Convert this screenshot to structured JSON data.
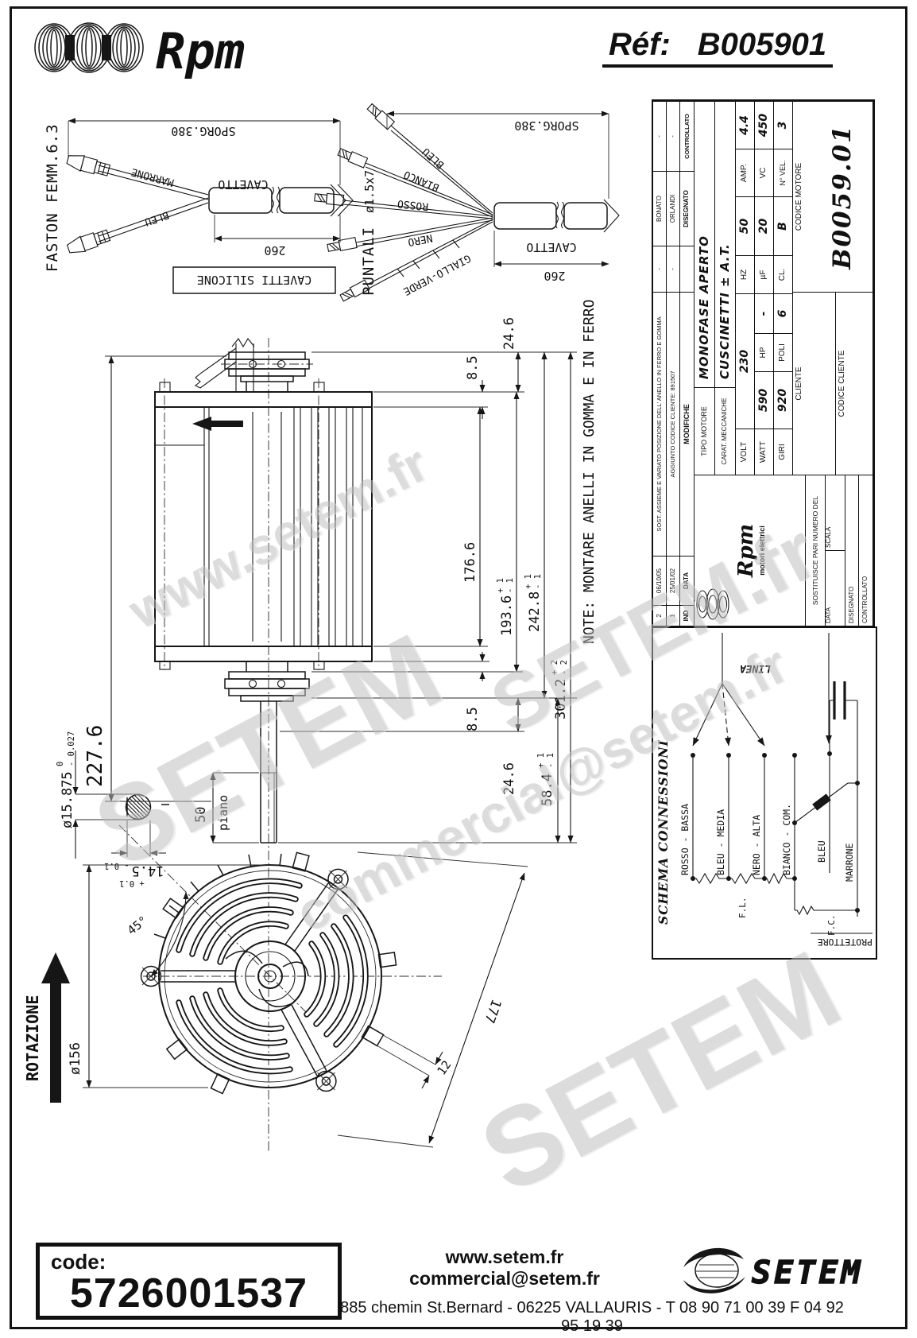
{
  "header": {
    "brand": "Rpm",
    "ref_label": "Réf:",
    "ref_value": "B005901"
  },
  "watermarks": {
    "w1": "www.setem.fr",
    "w2": "SETEM",
    "w3": "commercial@setem.fr",
    "w4": "SETEM",
    "w5": "SETEM.fr"
  },
  "faston": {
    "title": "FASTON FEMM.6.3",
    "sporg": "SPORG.380",
    "wire1": "MARRONE",
    "wire2": "BLEU",
    "cavetto": "CAVETTO",
    "len": "260",
    "box": "CAVETTI SILICONE"
  },
  "puntali": {
    "title": "PUNTALI",
    "size": "ø1.5x7",
    "sporg": "SPORG.380",
    "w1": "BLEU",
    "w2": "BIANCO",
    "w3": "ROSSO",
    "w4": "NERO",
    "w5": "GIALLO-VERDE",
    "cavetto": "CAVETTO",
    "len": "260"
  },
  "note": "NOTE: MONTARE ANELLI IN GOMMA E IN FERRO",
  "tb": {
    "rev": {
      "r1": {
        "ind": "2",
        "date": "06/10/05",
        "desc": "SOST. ASSIEME E VARIATO POSIZIONE DELL' ANELLO IN FERRO E GOMMA",
        "d1": "-",
        "sign": "BONATO",
        "d2": "-"
      },
      "r2": {
        "ind": "1",
        "date": "25/01/02",
        "desc": "AGGIUNTO CODICE CLIENTE: 891507",
        "d1": "-",
        "sign": "ORLANDI",
        "d2": "-"
      },
      "h": {
        "ind": "IND",
        "date": "DATA",
        "desc": "MODIFICHE",
        "sign": "DISEGNATO",
        "ctrl": "CONTROLLATO"
      }
    },
    "tipo_label": "TIPO MOTORE",
    "tipo_value": "MONOFASE APERTO",
    "carat_label": "CARAT. MECCANICHE",
    "carat_value": "CUSCINETTI ± A.T.",
    "volt_l": "VOLT",
    "volt_v": "230",
    "hz_l": "HZ",
    "hz_v": "50",
    "amp_l": "AMP.",
    "amp_v": "4.4",
    "watt_l": "WATT",
    "watt_v": "590",
    "hp_l": "HP",
    "hp_v": "-",
    "uf_l": "µF",
    "uf_v": "20",
    "vc_l": "VC",
    "vc_v": "450",
    "giri_l": "GIRI",
    "giri_v": "920",
    "poli_l": "POLI",
    "poli_v": "6",
    "cl_l": "CL.",
    "cl_v": "B",
    "nvel_l": "N° VEL.",
    "nvel_v": "3",
    "cliente": "CLIENTE",
    "cod_cliente": "CODICE CLIENTE",
    "cod_motore": "CODICE MOTORE",
    "cod_motore_v": "B0059.01",
    "logo_name": "Rpm",
    "logo_sub": "motori elettrici",
    "sost": "SOSTITUISCE PARI NUMERO DEL",
    "data": "DATA",
    "scala": "SCALA",
    "disegnato": "DISEGNATO",
    "controllato": "CONTROLLATO"
  },
  "schema": {
    "title": "SCHEMA CONNESSIONI",
    "linea": "LINEA",
    "w1": "ROSSO - BASSA",
    "w2": "BLEU - MEDIA",
    "w3": "NERO - ALTA",
    "w4": "BIANCO - COM.",
    "bleu": "BLEU",
    "marrone": "MARRONE",
    "fl": "F.L.",
    "fc": "F.C.",
    "prot": "PROTETTORE"
  },
  "dims": {
    "d2276": "227.6",
    "d246t": "24.6",
    "d85t": "8.5",
    "d1766": "176.6",
    "d1936": "193.6",
    "d2428": "242.8",
    "d3012": "301.2",
    "d85b": "8.5",
    "d246b": "24.6",
    "d584": "58.4",
    "p1": "+ 1",
    "m1": "- 1",
    "p2": "+ 2",
    "m2": "- 2",
    "shaft": "ø15.875",
    "t0": "0",
    "tm": "- 0.027",
    "d145": "14.5",
    "p01": "+ 0.1",
    "m01": "- 0.1",
    "d50": "50",
    "piano": "piano",
    "rot": "ROTAZIONE",
    "d156": "ø156",
    "a45": "45°",
    "d177": "177",
    "d12": "12"
  },
  "footer": {
    "code_label": "code:",
    "code": "5726001537",
    "web": "www.setem.fr",
    "email": "commercial@setem.fr",
    "address": "885 chemin St.Bernard  -  06225 VALLAURIS  -  T 08 90 71 00 39   F 04 92 95 19 39",
    "brand": "SETEM"
  }
}
